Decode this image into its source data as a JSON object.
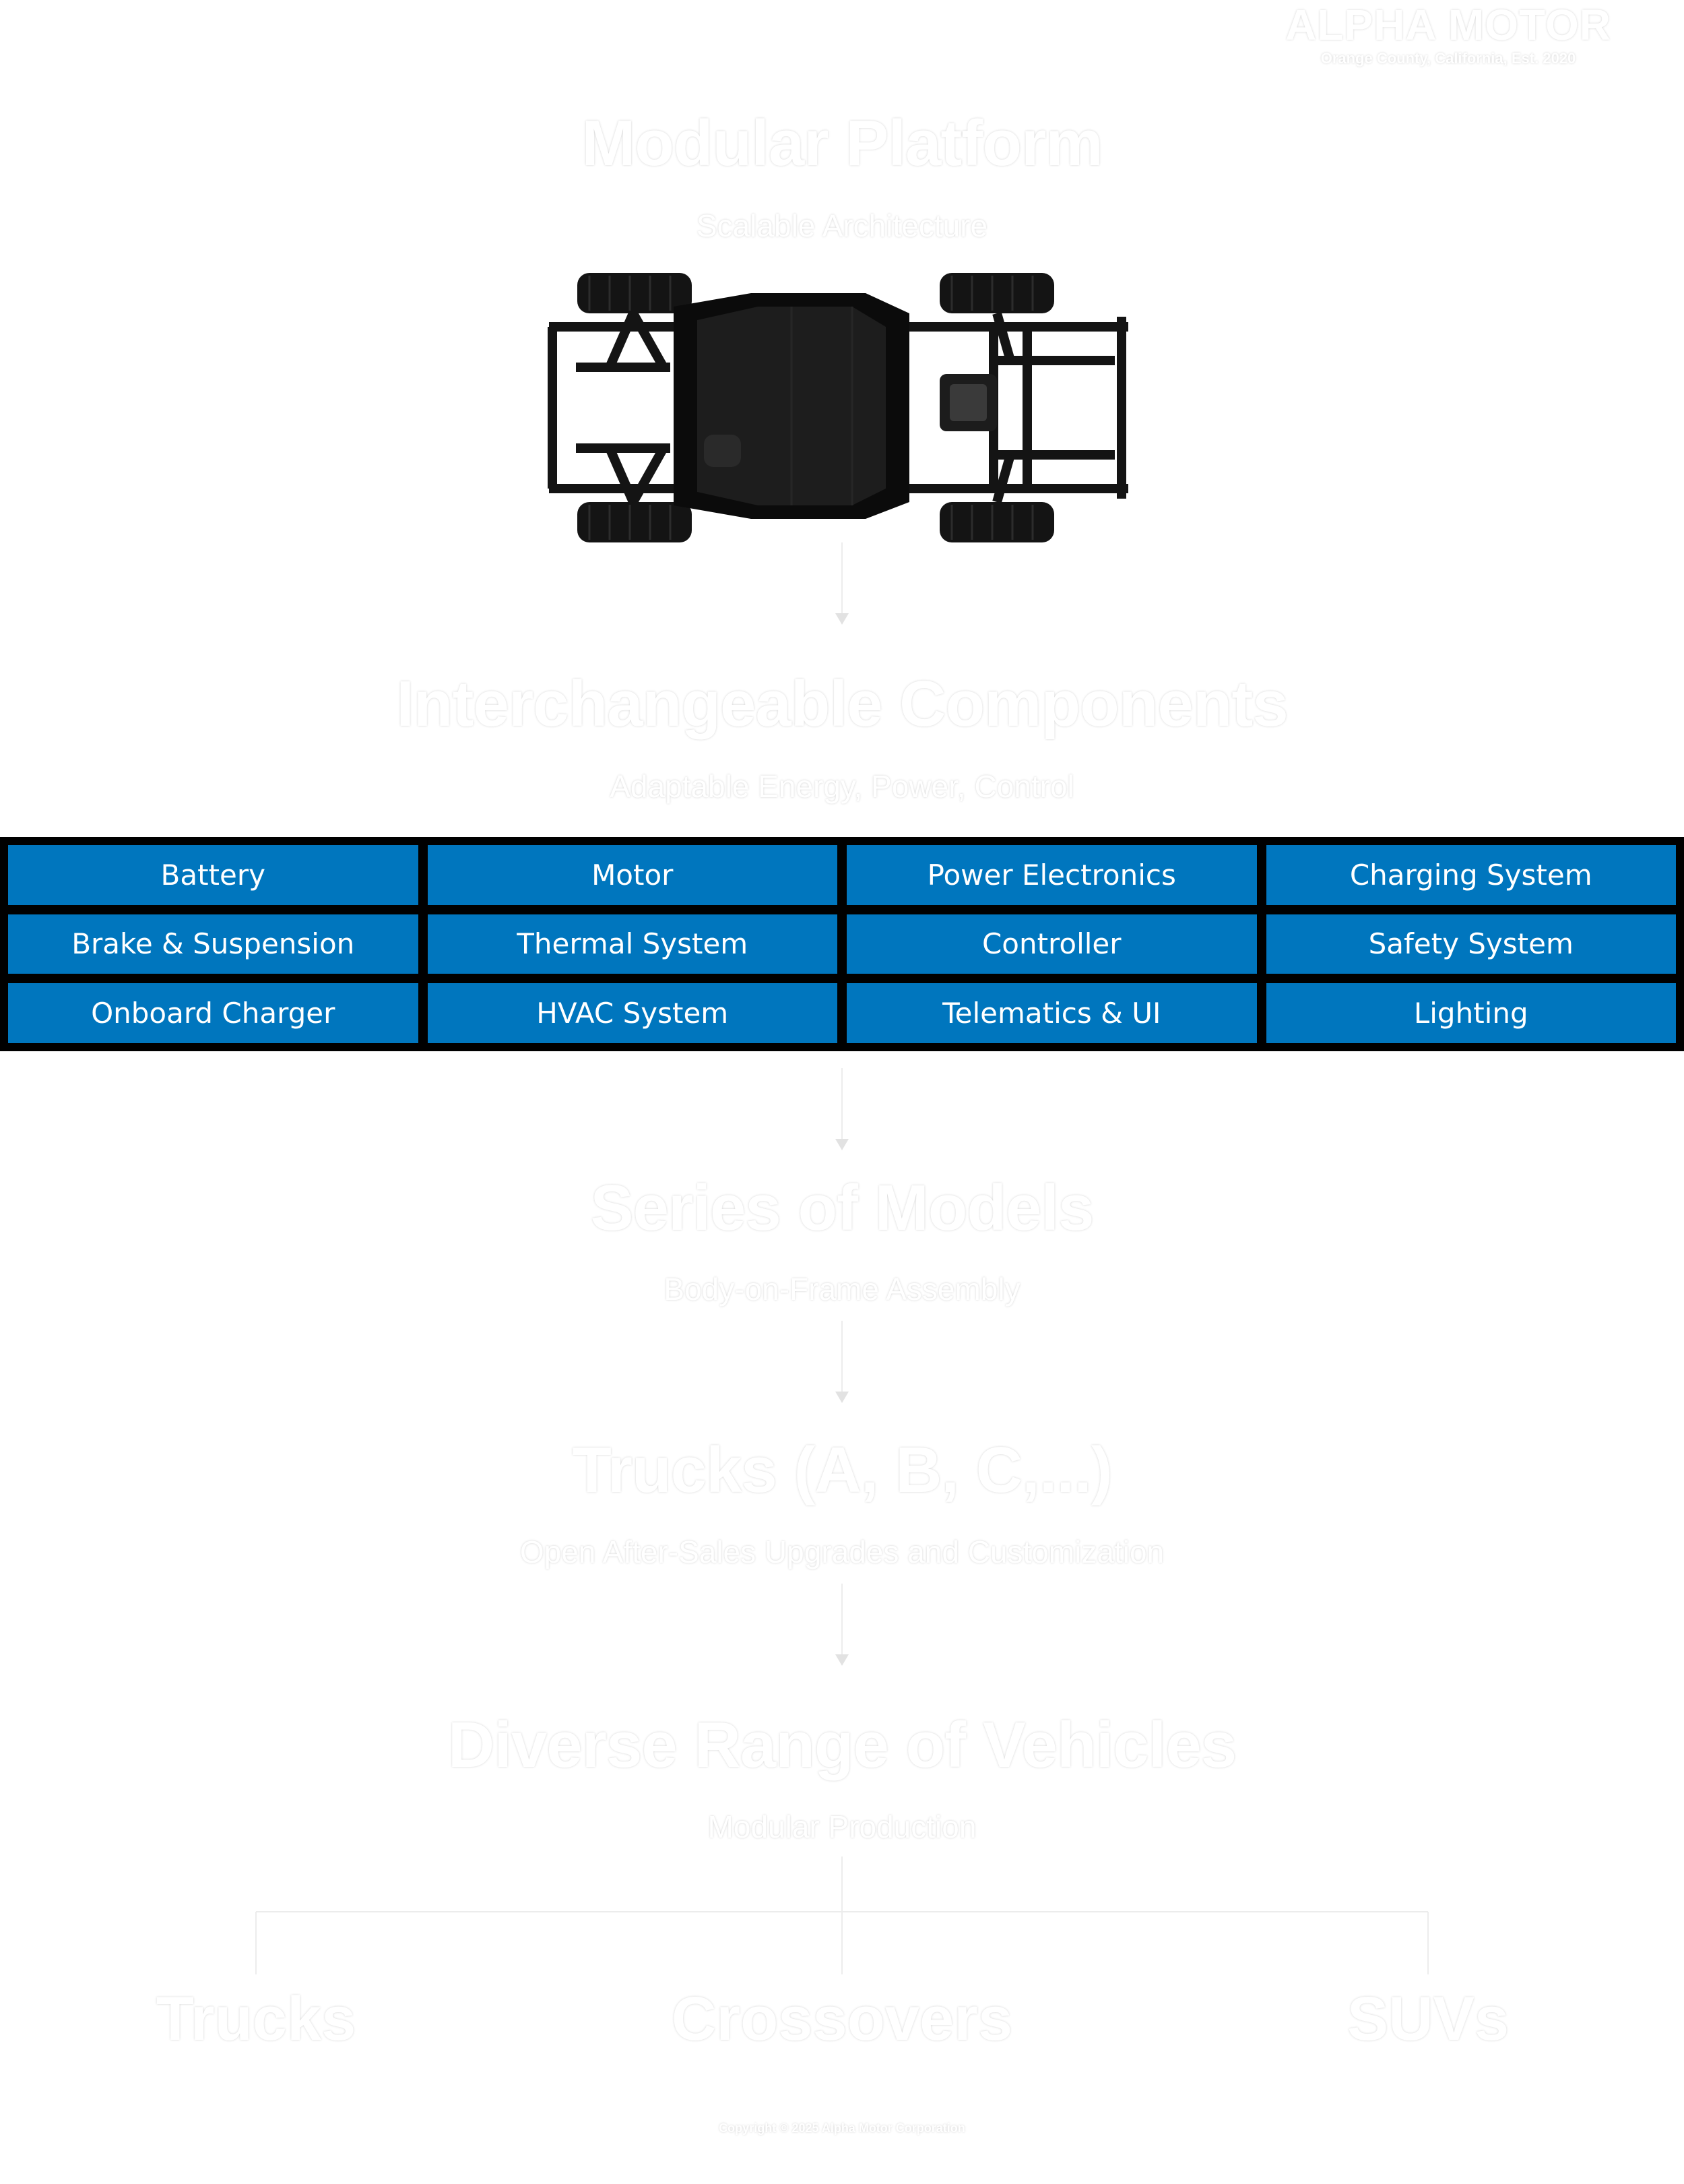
{
  "brand": {
    "name": "ALPHA MOTOR",
    "tagline": "Orange County, California, Est. 2020"
  },
  "stages": [
    {
      "title": "Modular Platform",
      "subtitle": "Scalable Architecture"
    },
    {
      "title": "Interchangeable Components",
      "subtitle": "Adaptable Energy, Power, Control"
    },
    {
      "title": "Series of Models",
      "subtitle": "Body-on-Frame Assembly"
    },
    {
      "title": "Trucks (A, B, C,...)",
      "subtitle": "Open After-Sales Upgrades and Customization"
    },
    {
      "title": "Diverse Range of Vehicles",
      "subtitle": "Modular Production"
    }
  ],
  "components": [
    [
      "Battery",
      "Motor",
      "Power Electronics",
      "Charging System"
    ],
    [
      "Brake & Suspension",
      "Thermal System",
      "Controller",
      "Safety System"
    ],
    [
      "Onboard Charger",
      "HVAC System",
      "Telematics & UI",
      "Lighting"
    ]
  ],
  "branches": [
    "Trucks",
    "Crossovers",
    "SUVs"
  ],
  "footer": {
    "copyright": "Copyright © 2025 Alpha Motor Corporation"
  },
  "colors": {
    "component_fill": "#0076BE",
    "grid_border": "#000000",
    "chassis": "#141414"
  }
}
